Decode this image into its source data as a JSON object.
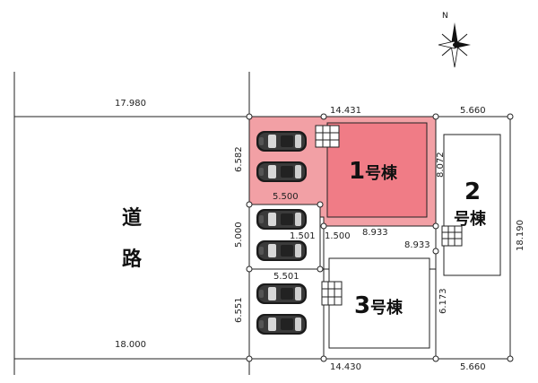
{
  "compass": {
    "north": "N"
  },
  "road": {
    "char1": "道",
    "char2": "路"
  },
  "dimensions": {
    "road_top": "17.980",
    "road_bottom": "18.000",
    "top_lot1": "14.431",
    "top_lot2": "5.660",
    "bottom_lot3": "14.430",
    "bottom_lot2": "5.660",
    "left_lot1_parking": "6.582",
    "left_middle": "5.000",
    "left_lot3": "6.551",
    "lot1_parking_width": "5.500",
    "middle_parking_width": "1.501",
    "notch": "1.500",
    "lot1_bottom": "8.933",
    "lot1_bottom_right": "8.933",
    "lot3_parking_width": "5.501",
    "lot2_left": "8.072",
    "lot3_right": "6.173",
    "lot2_right": "18.190"
  },
  "buildings": {
    "b1": {
      "num": "1",
      "suffix": "号棟"
    },
    "b2": {
      "num": "2",
      "suffix": "号棟"
    },
    "b3": {
      "num": "3",
      "suffix": "号棟"
    }
  },
  "colors": {
    "lot1_fill": "#f2a0a5",
    "building1_fill": "#f07c86",
    "car_body": "#1a1a1a",
    "car_window": "#d8d8d8"
  }
}
